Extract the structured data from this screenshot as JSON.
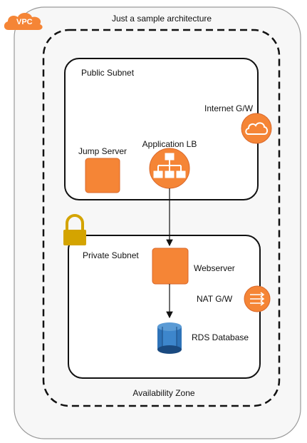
{
  "diagram": {
    "title": "Just a sample architecture",
    "vpc_badge": "VPC",
    "availability_zone_label": "Availability Zone",
    "public_subnet": {
      "label": "Public Subnet",
      "jump_server_label": "Jump Server",
      "load_balancer_label": "Application LB"
    },
    "internet_gateway_label": "Internet G/W",
    "private_subnet": {
      "label": "Private Subnet",
      "webserver_label": "Webserver",
      "database_label": "RDS Database"
    },
    "nat_gateway_label": "NAT G/W",
    "colors": {
      "aws_orange": "#f58536",
      "aws_orange_dark": "#d9672a",
      "vpc_fill": "#f7f7f7",
      "vpc_border": "#9a9a9a",
      "rds_blue": "#2e73b8",
      "rds_blue_dark": "#1a4a80"
    },
    "icons": {
      "vpc": "cloud-icon",
      "internet_gateway": "cloud-icon",
      "load_balancer": "hierarchy-icon",
      "nat_gateway": "nat-arrows-icon",
      "private_subnet_lock": "padlock-icon",
      "database": "database-cylinder-icon"
    }
  }
}
